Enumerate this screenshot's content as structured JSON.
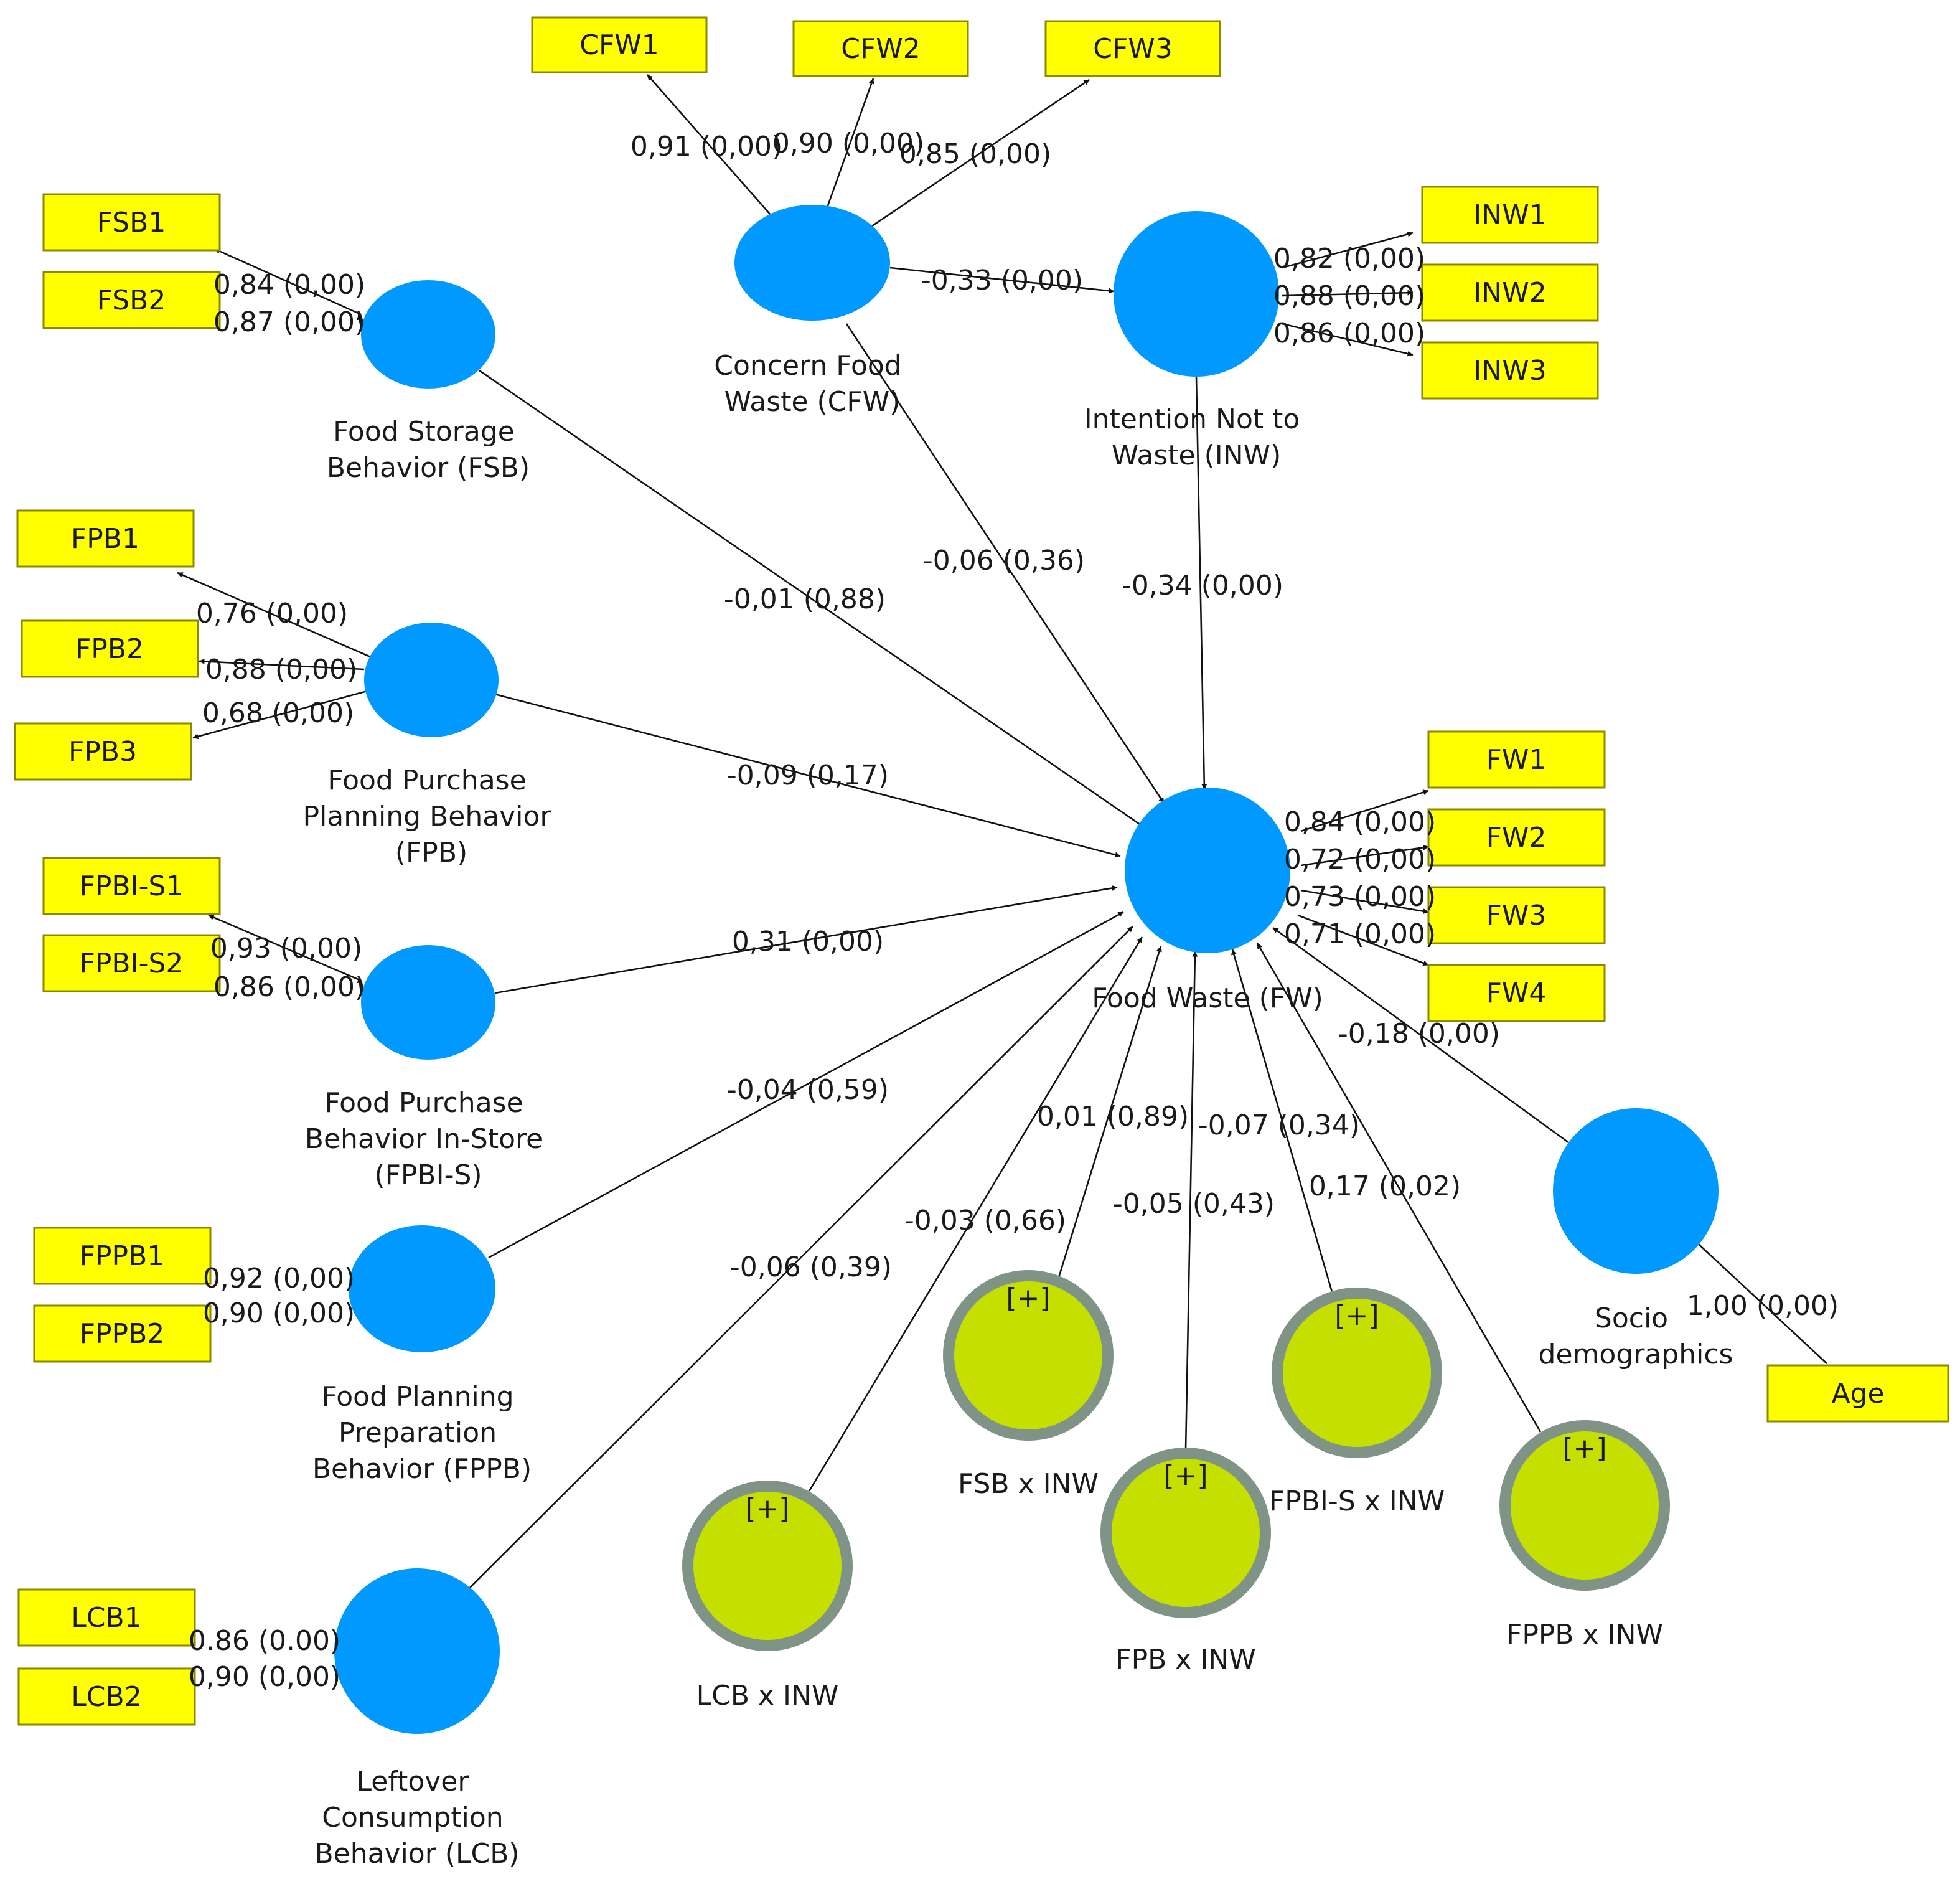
{
  "constructs": {
    "cfw": "Concern Food Waste (CFW)",
    "inw": "Intention Not to Waste (INW)",
    "fsb": "Food Storage Behavior (FSB)",
    "fpb": "Food Purchase Planning Behavior (FPB)",
    "fpbis": "Food Purchase Behavior In-Store (FPBI-S)",
    "fppb": "Food Planning Preparation Behavior (FPPB)",
    "lcb": "Leftover Consumption Behavior (LCB)",
    "fw": "Food Waste (FW)",
    "socio": "Socio demographics"
  },
  "construct_lines": {
    "cfw": [
      "Concern Food",
      "Waste (CFW)"
    ],
    "inw": [
      "Intention Not to",
      "Waste (INW)"
    ],
    "fsb": [
      "Food Storage",
      "Behavior (FSB)"
    ],
    "fpb": [
      "Food Purchase",
      "Planning Behavior",
      "(FPB)"
    ],
    "fpbis": [
      "Food Purchase",
      "Behavior In-Store",
      "(FPBI-S)"
    ],
    "fppb": [
      "Food Planning",
      "Preparation",
      "Behavior (FPPB)"
    ],
    "lcb": [
      "Leftover",
      "Consumption",
      "Behavior (LCB)"
    ],
    "fw": [
      "Food Waste (FW)"
    ],
    "socio": [
      "Socio",
      "demographics"
    ]
  },
  "moderators": {
    "fsb_inw": "FSB x INW",
    "fpb_inw": "FPB x INW",
    "fpbis_inw": "FPBI-S x INW",
    "fppb_inw": "FPPB x INW",
    "lcb_inw": "LCB x INW",
    "expand_marker": "[+]"
  },
  "indicators": {
    "cfw": [
      "CFW1",
      "CFW2",
      "CFW3"
    ],
    "inw": [
      "INW1",
      "INW2",
      "INW3"
    ],
    "fsb": [
      "FSB1",
      "FSB2"
    ],
    "fpb": [
      "FPB1",
      "FPB2",
      "FPB3"
    ],
    "fpbis": [
      "FPBI-S1",
      "FPBI-S2"
    ],
    "fppb": [
      "FPPB1",
      "FPPB2"
    ],
    "lcb": [
      "LCB1",
      "LCB2"
    ],
    "fw": [
      "FW1",
      "FW2",
      "FW3",
      "FW4"
    ],
    "socio": [
      "Age"
    ]
  },
  "loadings": {
    "cfw": [
      "0,91 (0,00)",
      "0,90 (0,00)",
      "0,85 (0,00)"
    ],
    "inw": [
      "0,82 (0,00)",
      "0,88 (0,00)",
      "0,86 (0,00)"
    ],
    "fsb": [
      "0,84 (0,00)",
      "0,87 (0,00)"
    ],
    "fpb": [
      "0,76 (0,00)",
      "0,88 (0,00)",
      "0,68 (0,00)"
    ],
    "fpbis": [
      "0,93 (0,00)",
      "0,86 (0,00)"
    ],
    "fppb": [
      "0,92 (0,00)",
      "0,90 (0,00)"
    ],
    "lcb": [
      "0.86 (0.00)",
      "0,90 (0,00)"
    ],
    "fw": [
      "0,84 (0,00)",
      "0,72 (0,00)",
      "0,73 (0,00)",
      "0,71 (0,00)"
    ],
    "socio": [
      "1,00 (0,00)"
    ]
  },
  "paths": {
    "cfw_inw": "-0,33 (0,00)",
    "inw_fw": "-0,34 (0,00)",
    "cfw_fw": "-0,06 (0,36)",
    "fsb_fw": "-0,01 (0,88)",
    "fpb_fw": "-0,09 (0,17)",
    "fpbis_fw": "0,31 (0,00)",
    "fppb_fw": "-0,04 (0,59)",
    "lcb_fw": "-0,06 (0,39)",
    "lcbinw_fw": "-0,03 (0,66)",
    "fsbinw_fw": "0,01 (0,89)",
    "fpbinw_fw": "-0,05 (0,43)",
    "fpbisinw_fw": "-0,07 (0,34)",
    "fppbinw_fw": "0,17 (0,02)",
    "socio_fw": "-0,18 (0,00)"
  },
  "colors": {
    "latent": "#0099ff",
    "indicator": "#ffff00",
    "moderator_core": "#c5e000",
    "moderator_ring": "#7f9487"
  }
}
